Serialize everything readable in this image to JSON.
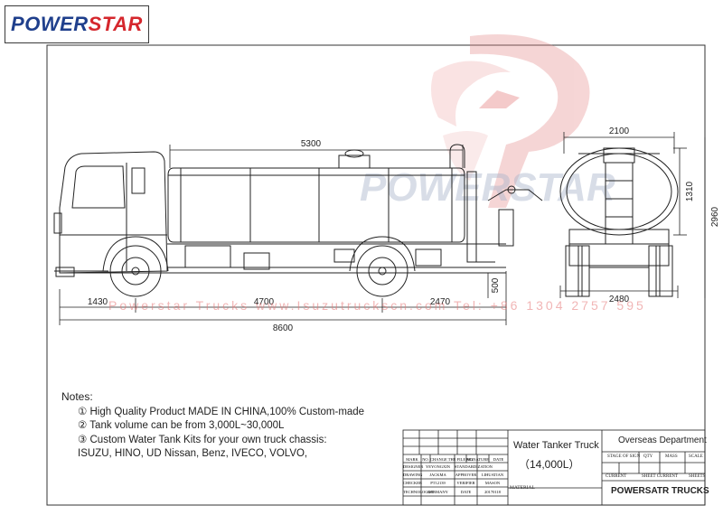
{
  "brand": {
    "logo_part1": "POWER",
    "logo_part2": "STAR",
    "watermark": "POWERSTAR",
    "logo_blue": "#1f3f8c",
    "logo_red": "#d5272d"
  },
  "banner": {
    "text": "Powerstar Trucks  www.Isuzutruckscn.com  Tel: +86 1304 2757 595"
  },
  "dimensions": {
    "tank_length": "5300",
    "front_overhang": "1430",
    "wheelbase": "4700",
    "rear_section": "2470",
    "overall_length": "8600",
    "rear_height_small": "500",
    "rear_width_top": "2100",
    "rear_tank_height": "1310",
    "rear_overall_height": "2960",
    "rear_width_bottom": "2480"
  },
  "notes": {
    "title": "Notes:",
    "items": [
      "① High Quality Product MADE IN CHINA,100% Custom-made",
      "② Tank volume can be from 3,000L~30,000L",
      "③ Custom Water Tank Kits for your own truck chassis:"
    ],
    "brands": "ISUZU, HINO, UD Nissan, Benz, IVECO, VOLVO,"
  },
  "title_block": {
    "product_name": "Water Tanker Truck",
    "capacity": "（14,000L）",
    "material_label": "MATERIAL",
    "department": "Overseas Department",
    "stage_of_sign": "STAGE OF SIGN",
    "qty": "QTY",
    "mass": "MASS",
    "scale": "SCALE",
    "current": "CURRENT",
    "sheet_current": "SHEET CURRENT",
    "sheets": "SHEETS",
    "company": "POWERSATR TRUCKS",
    "header_row": [
      "MARK",
      "NO.",
      "CHANGE THE FILE NO.",
      "SIGNATURE",
      "DATE"
    ],
    "rows": [
      [
        "DESIGNER",
        "YEYONGXIN",
        "STANDARDIZATION",
        ""
      ],
      [
        "DRAWING",
        "JACKMA",
        "APPROVER",
        "LIHUATIAN"
      ],
      [
        "CHECKER",
        "PT12139",
        "VERIFIER",
        "MASON"
      ],
      [
        "TECHNOLOGIST",
        "GERMANY",
        "DATE",
        "20170118"
      ]
    ]
  }
}
